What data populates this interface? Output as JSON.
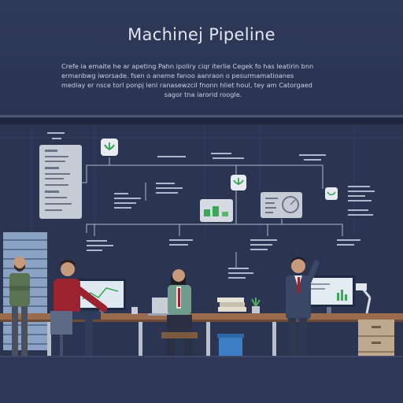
{
  "header": {
    "title": "Machinej Pipeline",
    "description_lines": [
      "Crefe ia emaite he ar apeting Pahn ipoliry ciqr iterlie Cegek fo has leatirin bnn",
      "ermanbwg iworsade. fsen o aneme fanoo aanraon o pesurmamatioanes",
      "mediay er nsce torl ponpj lenl ranasewzcil fnonn hliet houl, tey am Catorgaed",
      "sagor tna iarorid roogle."
    ]
  },
  "colors": {
    "background": "#2b3551",
    "panel": "#c6ccd6",
    "accent_green": "#3aa856",
    "line": "#aeb8cc",
    "sweater_red": "#9b2330",
    "bin_blue": "#3d7fc4"
  },
  "icons": [
    "leaf-badge-icon",
    "leaf-badge-icon",
    "leaf-badge-icon",
    "chart-card-icon",
    "gauge-card-icon",
    "monitor-chart-icon",
    "desk-lamp-icon",
    "plant-icon"
  ],
  "scene": {
    "people": [
      "bearded-man-standing",
      "man-red-sweater-seated",
      "woman-laptop-seated",
      "man-suit-standing"
    ],
    "objects": [
      "office-desk",
      "computer-monitor",
      "laptop",
      "book-stack",
      "recycle-bin",
      "desk-lamp",
      "file-cabinet"
    ]
  }
}
